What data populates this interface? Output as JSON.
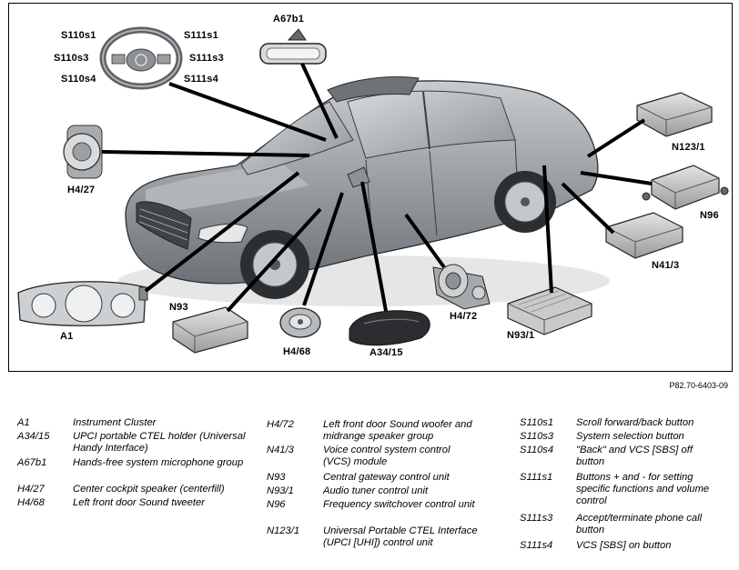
{
  "figure_id": "P82.70-6403-09",
  "callouts": {
    "s110s1": "S110s1",
    "s110s3": "S110s3",
    "s110s4": "S110s4",
    "s111s1": "S111s1",
    "s111s3": "S111s3",
    "s111s4": "S111s4",
    "a67b1": "A67b1",
    "h4_27": "H4/27",
    "a1": "A1",
    "n93": "N93",
    "h4_68": "H4/68",
    "a34_15": "A34/15",
    "h4_72": "H4/72",
    "n93_1": "N93/1",
    "n123_1": "N123/1",
    "n96": "N96",
    "n41_3": "N41/3"
  },
  "legend": {
    "col1": [
      {
        "code": "A1",
        "desc": "Instrument Cluster"
      },
      {
        "code": "A34/15",
        "desc": "UPCI portable CTEL holder (Universal Handy Interface)"
      },
      {
        "code": "A67b1",
        "desc": "Hands-free system microphone group"
      },
      {
        "code": "H4/27",
        "desc": "Center cockpit speaker (centerfill)"
      },
      {
        "code": "H4/68",
        "desc": "Left front door Sound tweeter"
      }
    ],
    "col2": [
      {
        "code": "H4/72",
        "desc": "Left front door Sound woofer and midrange speaker group"
      },
      {
        "code": "N41/3",
        "desc": "Voice control system control (VCS) module"
      },
      {
        "code": "N93",
        "desc": "Central gateway control unit"
      },
      {
        "code": "N93/1",
        "desc": "Audio tuner control unit"
      },
      {
        "code": "N96",
        "desc": "Frequency switchover control unit"
      },
      {
        "code": "N123/1",
        "desc": "Universal Portable CTEL Interface (UPCI [UHI]) control unit"
      }
    ],
    "col3": [
      {
        "code": "S110s1",
        "desc": "Scroll forward/back button"
      },
      {
        "code": "S110s3",
        "desc": "System selection button"
      },
      {
        "code": "S110s4",
        "desc": "\"Back\" and VCS [SBS] off button"
      },
      {
        "code": "S111s1",
        "desc": "Buttons + and - for setting specific functions and volume control"
      },
      {
        "code": "S111s3",
        "desc": "Accept/terminate phone call button"
      },
      {
        "code": "S111s4",
        "desc": "VCS [SBS] on button"
      }
    ]
  }
}
